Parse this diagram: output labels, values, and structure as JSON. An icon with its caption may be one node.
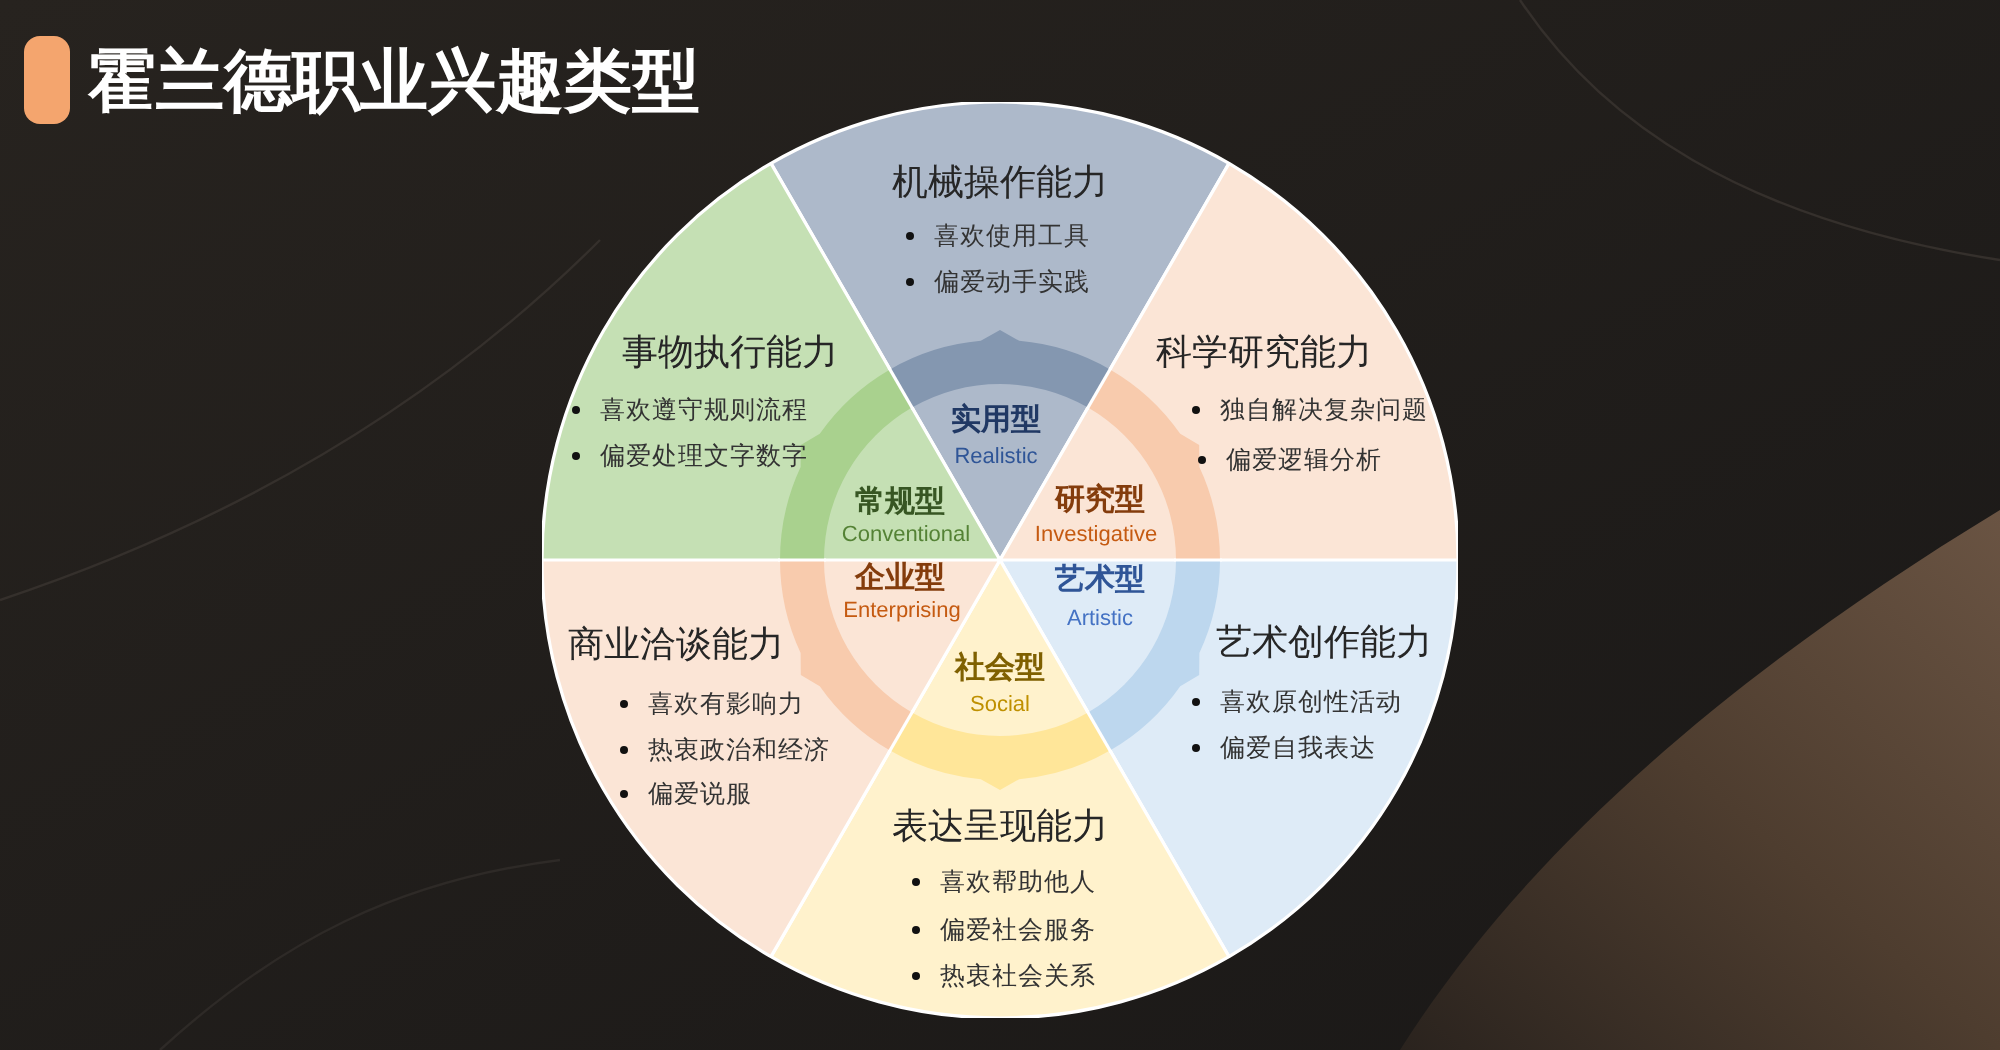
{
  "diagram": {
    "title": "霍兰德职业兴趣类型",
    "nodes": [
      {
        "text": [
          "机械操作能力",
          "喜欢使用工具",
          "偏爱动手实践",
          "实用型",
          "Realistic"
        ]
      },
      {
        "text": [
          "科学研究能力",
          "独自解决复杂问题",
          "偏爱逻辑分析",
          "研究型",
          "Investigative"
        ]
      },
      {
        "text": [
          "艺术型",
          "Artistic",
          "艺术创作能力",
          "喜欢原创性活动",
          "偏爱自我表达"
        ]
      },
      {
        "text": [
          "社会型",
          "Social",
          "表达呈现能力",
          "喜欢帮助他人",
          "偏爱社会服务",
          "热衷社会关系"
        ]
      },
      {
        "text": [
          "企业型",
          "Enterprising",
          "商业洽谈能力",
          "喜欢有影响力",
          "热衷政治和经济",
          "偏爱说服"
        ]
      },
      {
        "text": [
          "事物执行能力",
          "喜欢遵守规则流程",
          "偏爱处理文字数字",
          "常规型",
          "Conventional"
        ]
      }
    ]
  }
}
